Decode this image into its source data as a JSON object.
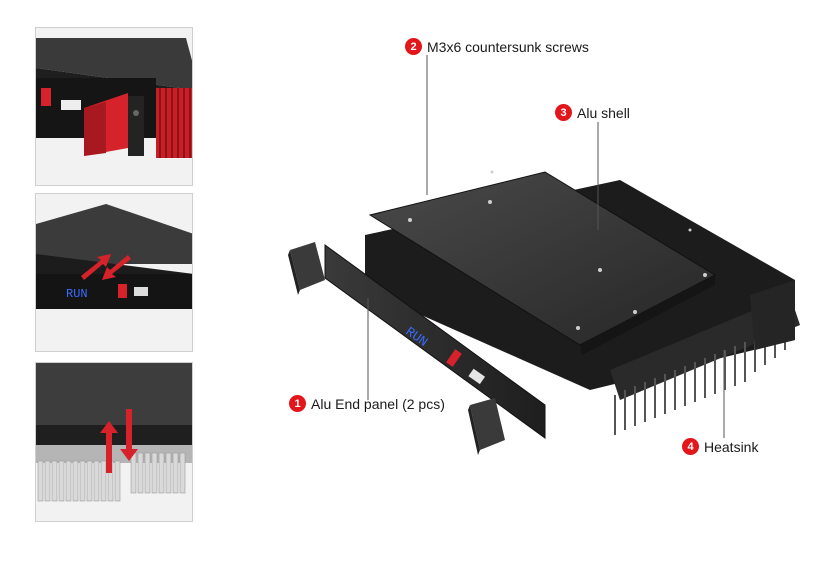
{
  "callouts": [
    {
      "number": "2",
      "label": "M3x6 countersunk screws"
    },
    {
      "number": "3",
      "label": "Alu shell"
    },
    {
      "number": "1",
      "label": "Alu End panel (2 pcs)"
    },
    {
      "number": "4",
      "label": "Heatsink"
    }
  ],
  "panel_display_text": "RUN",
  "colors": {
    "badge": "#e3161b",
    "chassis": "#2b2b2b",
    "heatsink_red": "#d6222a",
    "display_blue": "#3a6cff"
  },
  "thumbnails": [
    {
      "name": "thumb-red-handle"
    },
    {
      "name": "thumb-end-panel-insert"
    },
    {
      "name": "thumb-heatsink-insert"
    }
  ]
}
